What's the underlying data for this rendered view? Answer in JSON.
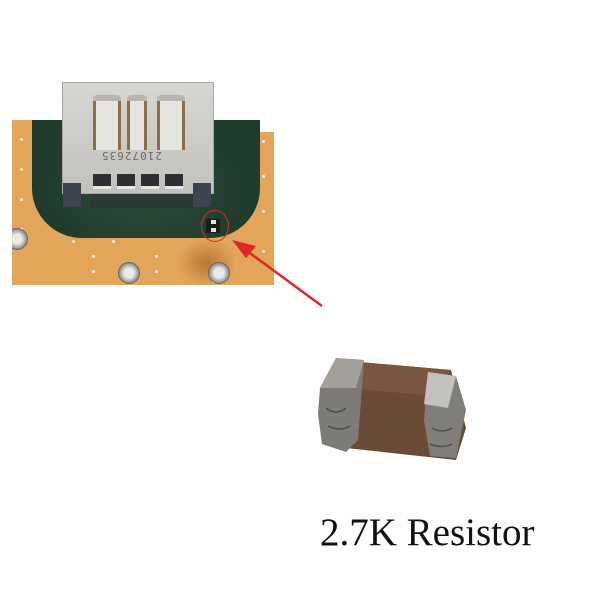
{
  "images": {
    "pcb_photo": {
      "description": "Circuit board with display port connector; highlighted SMD resistor location",
      "connector_marking": "21072635",
      "highlight_color": "#e0272a",
      "board_color": "#e3a55a",
      "mask_color": "#1f3b2c"
    },
    "resistor_photo": {
      "description": "SMD chip resistor close-up",
      "body_color": "#6b4a36",
      "terminal_color": "#8d8b88"
    }
  },
  "annotation": {
    "arrow_color": "#e0272a"
  },
  "caption": {
    "label": "2.7K Resistor"
  }
}
